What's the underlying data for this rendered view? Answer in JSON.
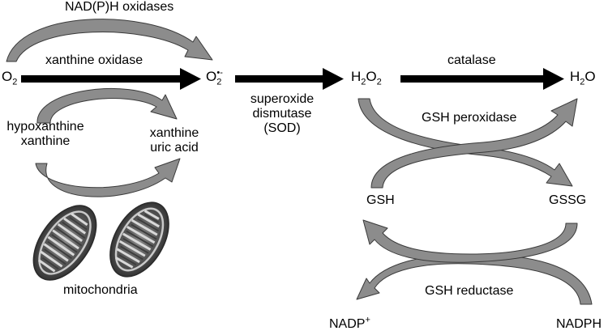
{
  "species": {
    "o2": {
      "base": "O",
      "sub": "2"
    },
    "superoxide": {
      "base": "O",
      "sub": "2",
      "sup": "•-"
    },
    "h2o2": {
      "base1": "H",
      "sub1": "2",
      "base2": "O",
      "sub2": "2"
    },
    "h2o": {
      "base1": "H",
      "sub": "2",
      "base2": "O"
    },
    "gsh": "GSH",
    "gssg": "GSSG",
    "nadp": {
      "base": "NADP",
      "sup": "+"
    },
    "nadph": "NADPH"
  },
  "enzymes": {
    "nadph_oxidases": "NAD(P)H oxidases",
    "xanthine_oxidase": "xanthine oxidase",
    "sod": [
      "superoxide",
      "dismutase",
      "(SOD)"
    ],
    "catalase": "catalase",
    "gsh_peroxidase": "GSH peroxidase",
    "gsh_reductase": "GSH reductase"
  },
  "substrates": {
    "left": [
      "hypoxanthine",
      "xanthine"
    ],
    "right": [
      "xanthine",
      "uric acid"
    ]
  },
  "mitochondria_label": "mitochondria",
  "colors": {
    "curved_arrow_fill": "#8c8c8c",
    "curved_arrow_stroke": "#3a3a3a",
    "main_arrow": "#000000",
    "mito_membrane": "#a9a9a9",
    "mito_dark": "#555555"
  }
}
